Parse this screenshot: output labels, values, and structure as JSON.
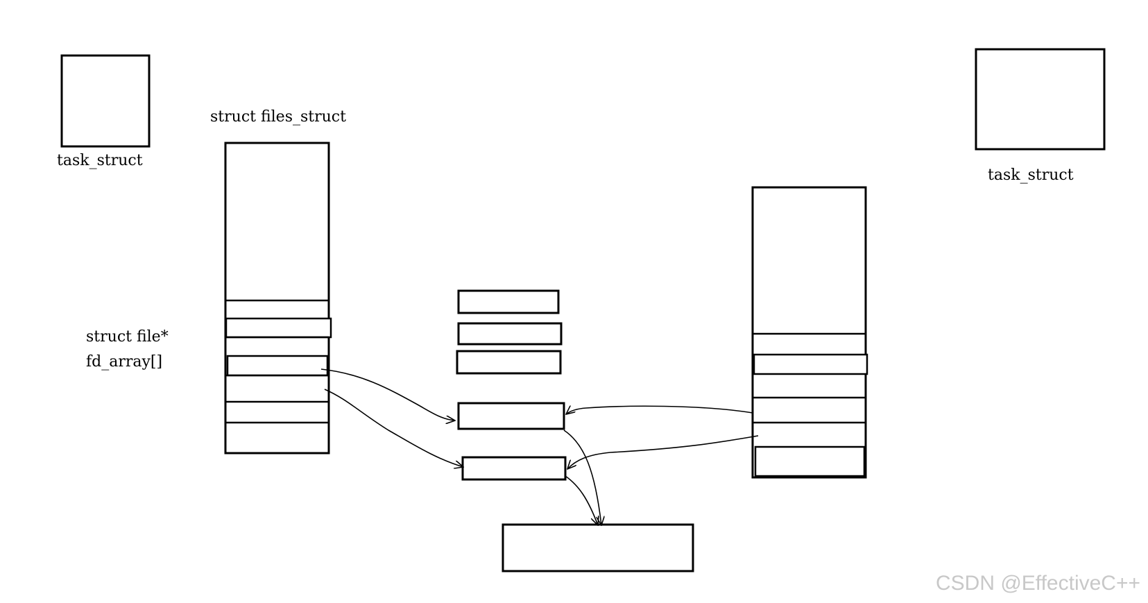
{
  "labels": {
    "task_struct_left": "task_struct",
    "task_struct_right": "task_struct",
    "files_struct": "struct files_struct",
    "fd_array_line1": "struct file*",
    "fd_array_line2": "fd_array[]"
  },
  "watermark": "CSDN @EffectiveC++",
  "colors": {
    "stroke": "#000000",
    "background": "#ffffff",
    "watermark": "#c8c8c8"
  }
}
